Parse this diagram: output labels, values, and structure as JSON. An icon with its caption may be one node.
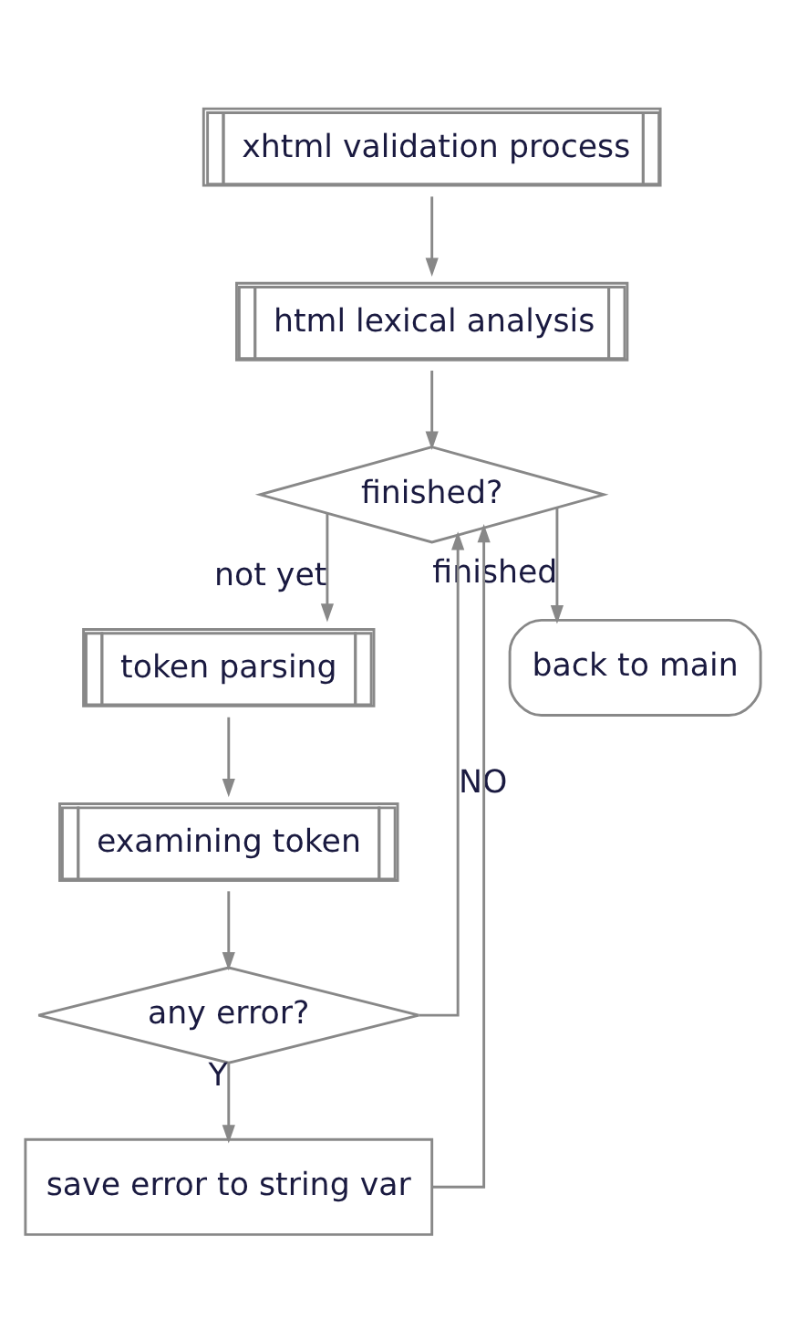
{
  "diagram": {
    "nodes": [
      {
        "text": [
          "xhtml validation process"
        ]
      },
      {
        "text": [
          "html lexical analysis"
        ]
      },
      {
        "text": [
          "finished?"
        ]
      },
      {
        "text": [
          "token parsing"
        ]
      },
      {
        "text": [
          "examining token"
        ]
      },
      {
        "text": [
          "any error?"
        ]
      },
      {
        "text": [
          "save error to string var"
        ]
      },
      {
        "text": [
          "back to main"
        ]
      }
    ],
    "edges": [
      {
        "from": 0,
        "to": 1,
        "arrow": "to"
      },
      {
        "from": 1,
        "to": 2,
        "arrow": "to"
      },
      {
        "from": 2,
        "to": 3,
        "label": "not yet",
        "arrow": "to"
      },
      {
        "from": 3,
        "to": 4,
        "arrow": "to"
      },
      {
        "from": 4,
        "to": 5,
        "arrow": "to"
      },
      {
        "from": 5,
        "to": 6,
        "label": "Y",
        "arrow": "to"
      },
      {
        "from": 5,
        "to": 2,
        "label": "NO",
        "arrow": "to"
      },
      {
        "from": 6,
        "to": 2,
        "arrow": "to"
      },
      {
        "from": 2,
        "to": 7,
        "label": "finished",
        "arrow": "to"
      }
    ]
  }
}
